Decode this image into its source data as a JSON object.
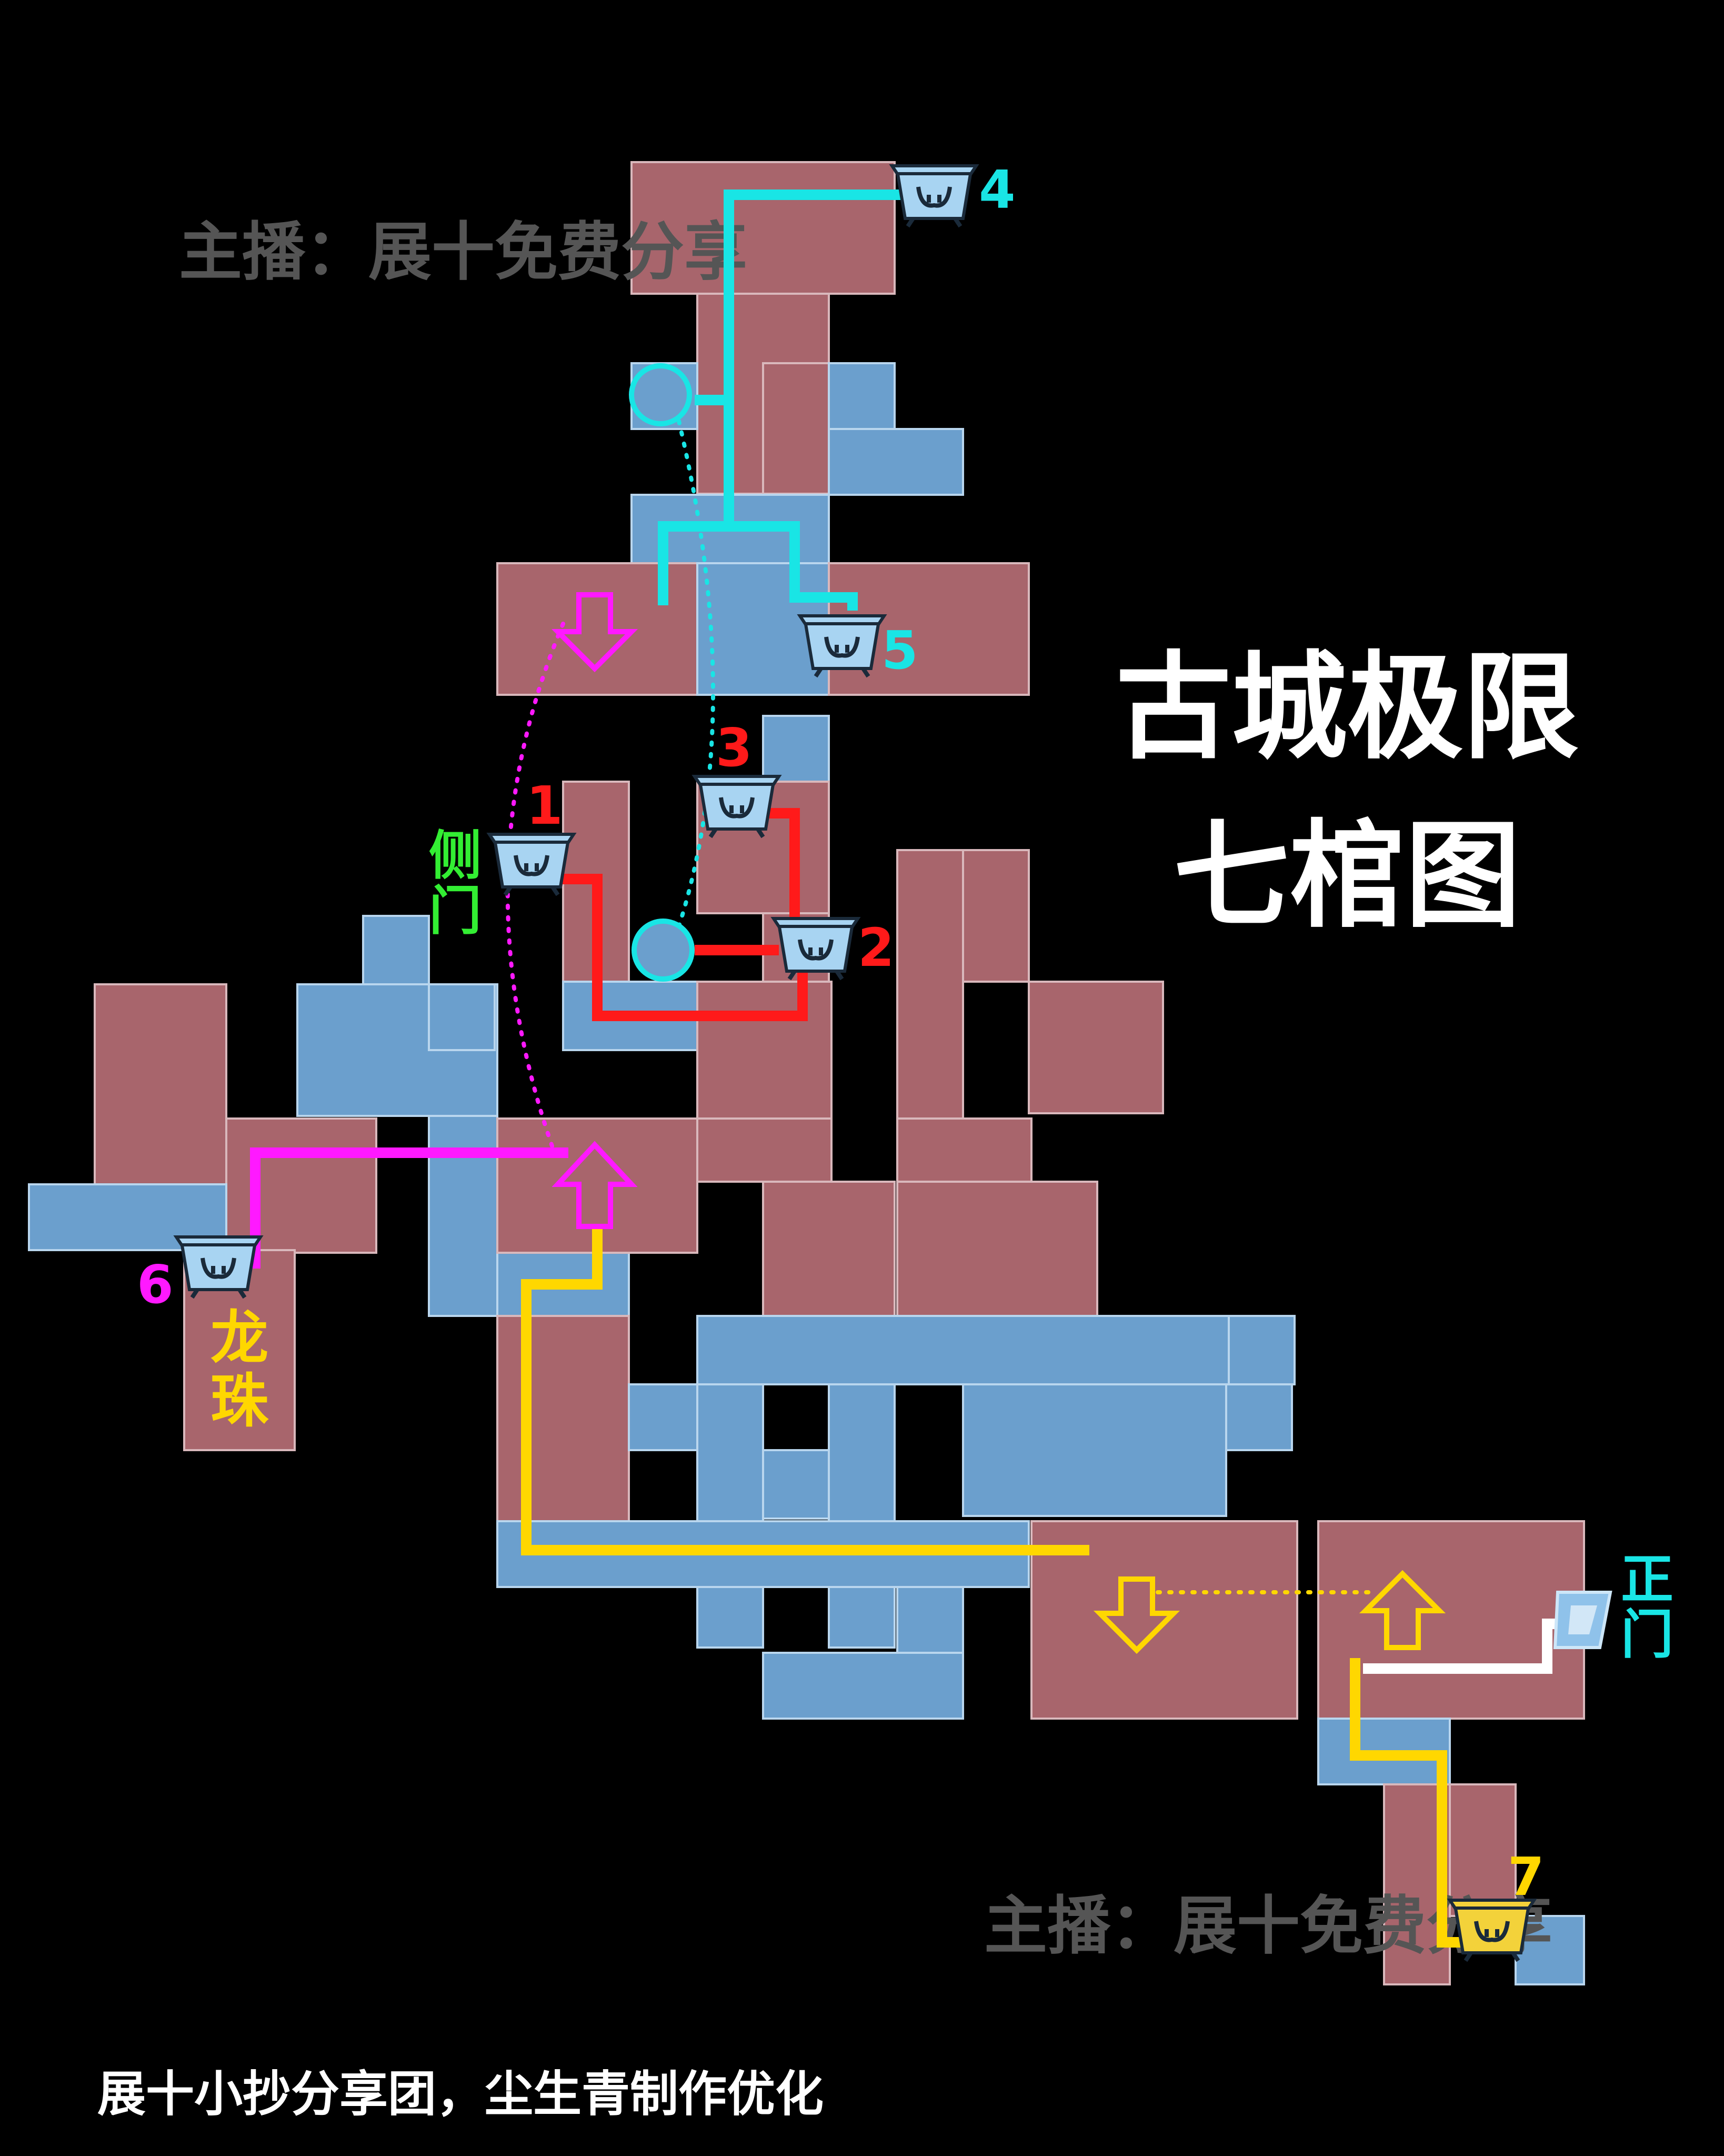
{
  "map": {
    "title_line1": "古城极限",
    "title_line2": "七棺图",
    "watermark": "主播：展十免费分享",
    "footer": "展十小抄分享团，尘生青制作优化",
    "labels": {
      "side_door": "侧门",
      "main_door": "正门",
      "dragon_pearl": "龙珠"
    },
    "coffins": [
      {
        "number": "1",
        "color": "#ff1a1a"
      },
      {
        "number": "2",
        "color": "#ff1a1a"
      },
      {
        "number": "3",
        "color": "#ff1a1a"
      },
      {
        "number": "4",
        "color": "#19e5e5"
      },
      {
        "number": "5",
        "color": "#19e5e5"
      },
      {
        "number": "6",
        "color": "#ff19ff"
      },
      {
        "number": "7",
        "color": "#ffd700"
      }
    ],
    "route_colors": {
      "red": "#ff1a1a",
      "cyan": "#19e5e5",
      "magenta": "#ff19ff",
      "yellow": "#ffd700",
      "white": "#ffffff"
    },
    "room_colors": {
      "red": "#a8656c",
      "blue": "#6b9fcd"
    }
  }
}
